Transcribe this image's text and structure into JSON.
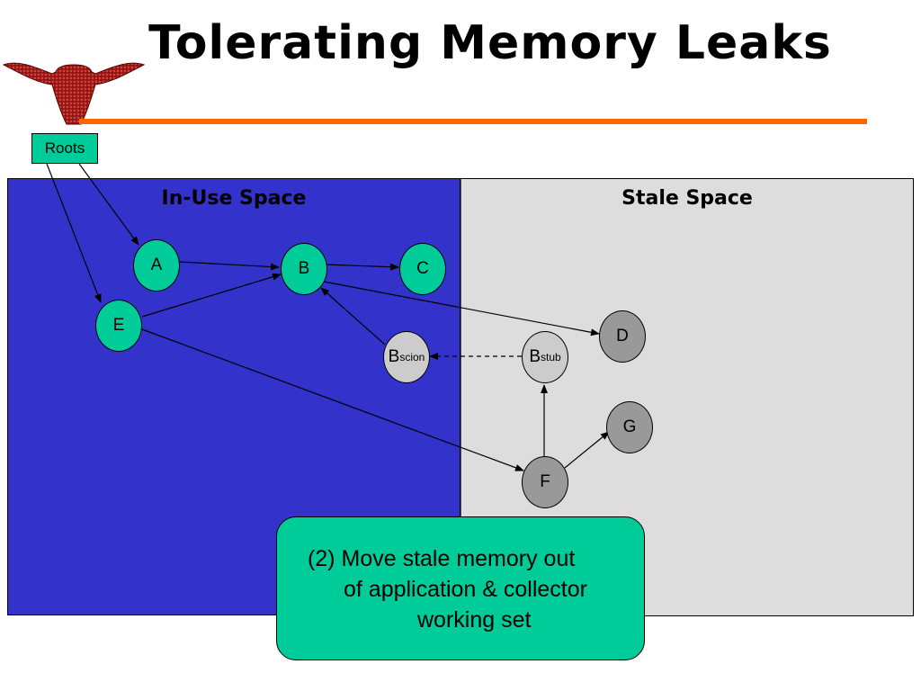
{
  "slide": {
    "title": "Tolerating Memory Leaks"
  },
  "regions": {
    "in_use": "In-Use Space",
    "stale": "Stale Space"
  },
  "roots": {
    "label": "Roots"
  },
  "nodes": {
    "A": "A",
    "B": "B",
    "C": "C",
    "D": "D",
    "E": "E",
    "F": "F",
    "G": "G",
    "bscion_base": "B",
    "bscion_sub": "scion",
    "bstub_base": "B",
    "bstub_sub": "stub"
  },
  "callout": {
    "line1": "(2) Move stale memory out",
    "line2": "of application & collector",
    "line3": "working set"
  },
  "colors": {
    "in_use_fill": "#3333cc",
    "stale_fill": "#dddddd",
    "node_fill": "#00cc99",
    "accent_rule": "#ff6600"
  },
  "logo_icon": "longhorn-logo-icon"
}
